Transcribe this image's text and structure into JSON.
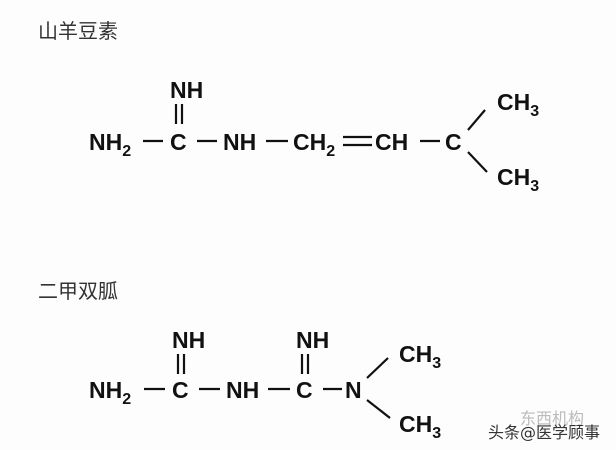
{
  "galegine": {
    "name": "山羊豆素",
    "imine": "NH",
    "nh2": "NH",
    "nh2_sub": "2",
    "c1": "C",
    "nh": "NH",
    "ch2": "CH",
    "ch2_sub": "2",
    "ch": "CH",
    "c2": "C",
    "ch3a": "CH",
    "ch3a_sub": "3",
    "ch3b": "CH",
    "ch3b_sub": "3"
  },
  "metformin": {
    "name": "二甲双胍",
    "imine1": "NH",
    "imine2": "NH",
    "nh2": "NH",
    "nh2_sub": "2",
    "c1": "C",
    "nh": "NH",
    "c2": "C",
    "n": "N",
    "ch3a": "CH",
    "ch3a_sub": "3",
    "ch3b": "CH",
    "ch3b_sub": "3"
  },
  "watermark": {
    "text": "头条@医学顾事",
    "faint": "东西机构"
  }
}
